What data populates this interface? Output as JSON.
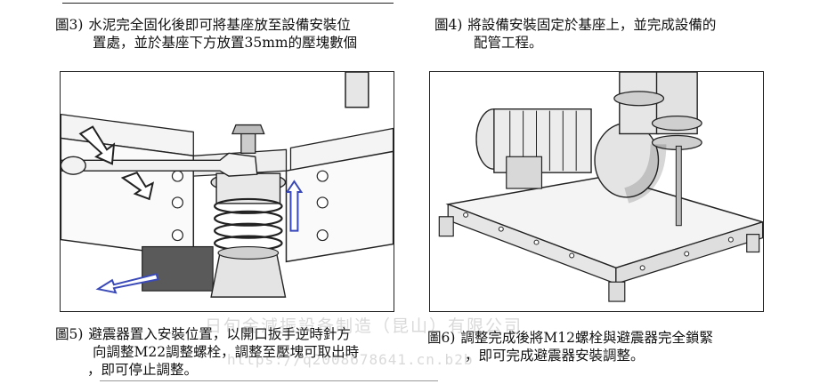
{
  "captions": {
    "fig3": {
      "number": "圖3)",
      "line1": "水泥完全固化後即可將基座放至設備安裝位",
      "line2": "置處，並於基座下方放置35mm的壓塊數個"
    },
    "fig4": {
      "number": "圖4)",
      "line1": "將設備安裝固定於基座上，並完成設備的",
      "line2": "配管工程。"
    },
    "fig5": {
      "number": "圖5)",
      "line1": "避震器置入安裝位置，以開口扳手逆時針方",
      "line2": "向調整M22調整螺栓，調整至壓塊可取出時",
      "line3": "，即可停止調整。"
    },
    "fig6": {
      "number": "圖6)",
      "line1": "調整完成後將M12螺栓與避震器完全鎖緊",
      "line2": "，即可完成避震器安裝調整。"
    }
  },
  "watermark": {
    "company": "日旬金減振設备制造（昆山）有限公司",
    "url": "https://q2008678641.cn.b2b"
  },
  "colors": {
    "arrow": "#3a49b8",
    "ink": "#222222",
    "steel": "#dcdcdc",
    "block": "#5a5a5a"
  }
}
